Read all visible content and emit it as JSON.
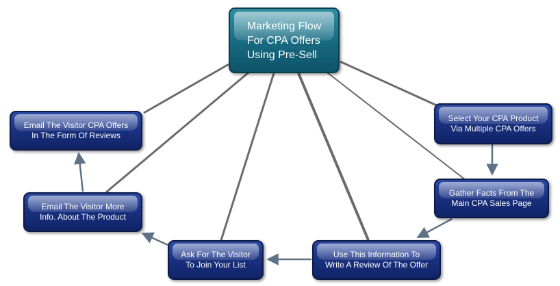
{
  "colors": {
    "connector": "#6b6b6b",
    "arrow": "#5f7285",
    "node_fill": "#1a3282",
    "central_fill": "#1a6f86"
  },
  "nodes": {
    "center": "Marketing Flow\nFor CPA Offers\nUsing Pre-Sell",
    "select_product": "Select Your CPA Product\nVia Multiple CPA Offers",
    "gather_facts": "Gather Facts From The\nMain CPA Sales Page",
    "write_review": "Use This Information To\nWrite A Review Of The Offer",
    "join_list": "Ask For The Visitor\nTo Join Your List",
    "email_more_info": "Email The Visitor More\nInfo. About The Product",
    "email_offers": "Email The Visitor CPA Offers\nIn The Form Of Reviews"
  }
}
